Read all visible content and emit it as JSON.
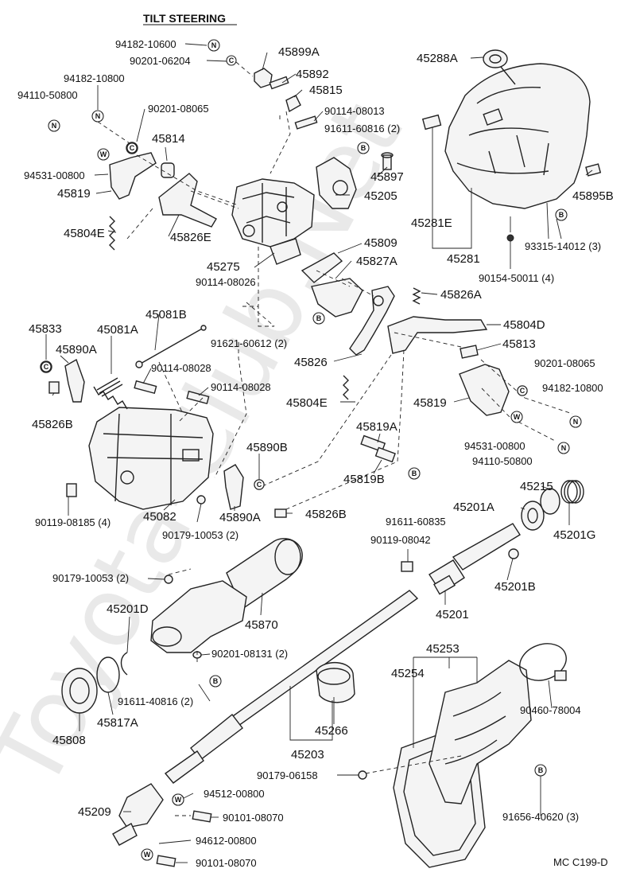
{
  "title": "TILT STEERING",
  "diagram_code": "MC C199-D",
  "watermark": "Toyota-Club.Net",
  "symbols": {
    "N": "N",
    "C": "C",
    "W": "W",
    "B": "B"
  },
  "labels": {
    "p94182_10600": "94182-10600",
    "p90201_06204": "90201-06204",
    "p45899A": "45899A",
    "p45892": "45892",
    "p45815": "45815",
    "p94182_10800a": "94182-10800",
    "p94110_50800a": "94110-50800",
    "p90201_08065a": "90201-08065",
    "p90114_08013": "90114-08013",
    "p91611_60816": "91611-60816 (2)",
    "p45288A": "45288A",
    "p45814": "45814",
    "p94531_00800a": "94531-00800",
    "p45819a": "45819",
    "p45897": "45897",
    "p45205": "45205",
    "p45281E": "45281E",
    "p45895B": "45895B",
    "p45804E_a": "45804E",
    "p45826E": "45826E",
    "p45281": "45281",
    "p93315_14012": "93315-14012 (3)",
    "p45809": "45809",
    "p45275": "45275",
    "p45827A": "45827A",
    "p90114_08026": "90114-08026",
    "p90154_50011": "90154-50011 (4)",
    "p45826A": "45826A",
    "p45081B": "45081B",
    "p45833": "45833",
    "p45081A": "45081A",
    "p45804D": "45804D",
    "p45890A_a": "45890A",
    "p91621_60612": "91621-60612 (2)",
    "p45813": "45813",
    "p45826": "45826",
    "p90201_08065b": "90201-08065",
    "p90114_08028a": "90114-08028",
    "p90114_08028b": "90114-08028",
    "p94182_10800b": "94182-10800",
    "p45804E_b": "45804E",
    "p45819b": "45819",
    "p45826B_a": "45826B",
    "p45819A": "45819A",
    "p94531_00800b": "94531-00800",
    "p94110_50800b": "94110-50800",
    "p45890B": "45890B",
    "p45819B": "45819B",
    "p45215": "45215",
    "p90119_08185": "90119-08185 (4)",
    "p45082": "45082",
    "p45890A_b": "45890A",
    "p45826B_b": "45826B",
    "p91611_60835": "91611-60835",
    "p45201A": "45201A",
    "p45201G": "45201G",
    "p90179_10053a": "90179-10053 (2)",
    "p90119_08042": "90119-08042",
    "p90179_10053b": "90179-10053 (2)",
    "p45201B": "45201B",
    "p45870": "45870",
    "p45201": "45201",
    "p45201D": "45201D",
    "p90201_08131": "90201-08131 (2)",
    "p45253": "45253",
    "p45254": "45254",
    "p91611_40816": "91611-40816 (2)",
    "p45817A": "45817A",
    "p90460_78004": "90460-78004",
    "p45808": "45808",
    "p45266": "45266",
    "p45203": "45203",
    "p90179_06158": "90179-06158",
    "p94512_00800a": "94512-00800",
    "p45209": "45209",
    "p90101_08070a": "90101-08070",
    "p91656_40620": "91656-40620 (3)",
    "p94612_00800": "94612-00800",
    "p90101_08070b": "90101-08070"
  }
}
